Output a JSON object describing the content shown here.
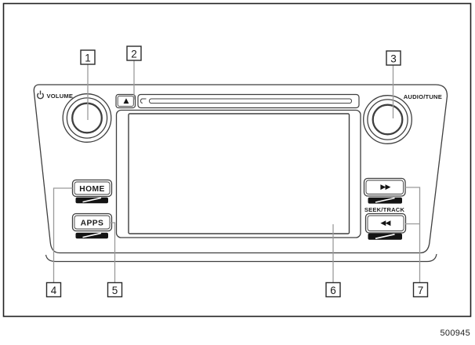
{
  "figure": {
    "number": "500945"
  },
  "callouts": [
    "1",
    "2",
    "3",
    "4",
    "5",
    "6",
    "7"
  ],
  "labels": {
    "volume": "VOLUME",
    "audio_tune": "AUDIO/TUNE",
    "home": "HOME",
    "apps": "APPS",
    "seek_track": "SEEK/TRACK"
  },
  "symbols": {
    "eject": "▲",
    "fast_forward": "▶▶",
    "rewind": "◀◀"
  },
  "colors": {
    "line": "#3f3f3f",
    "leader": "#9a9a9a",
    "ink": "#1c1c1c",
    "bar_fill": "#141414",
    "background": "#ffffff"
  }
}
